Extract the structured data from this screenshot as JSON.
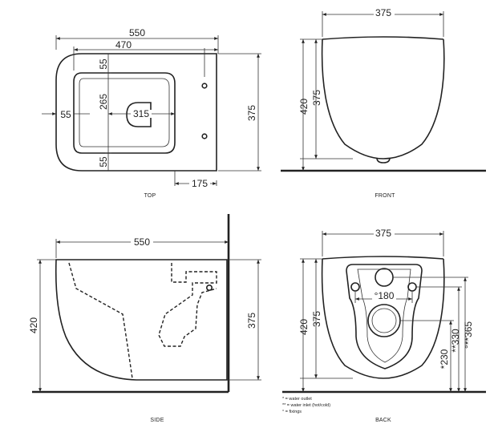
{
  "views": {
    "top": {
      "caption": "TOP",
      "dims": {
        "total_length": "550",
        "bowl_length": "470",
        "rim_front": "55",
        "rim_back": "55",
        "rim_width_inner": "265",
        "rim_side": "55",
        "opening": "315",
        "height_side": "375",
        "back_offset": "175"
      }
    },
    "front": {
      "caption": "FRONT",
      "dims": {
        "width": "375",
        "overall_height": "420",
        "bowl_height": "375"
      }
    },
    "side": {
      "caption": "SIDE",
      "dims": {
        "length": "550",
        "overall_height": "420",
        "bowl_height": "375"
      }
    },
    "back": {
      "caption": "BACK",
      "dims": {
        "width": "375",
        "overall_height": "420",
        "bowl_height": "375",
        "fixings_spacing": "°180",
        "outlet_height": "*230",
        "inlet_height": "**330",
        "fixing_height": "°**365"
      }
    }
  },
  "legend": [
    "* = water outlet",
    "** = water inlet (hot/cold)",
    "° = fixings"
  ]
}
